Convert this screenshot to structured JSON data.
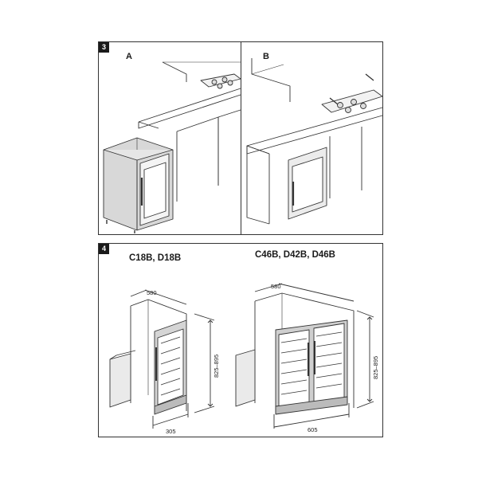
{
  "panel3": {
    "badge": "3",
    "label_a": "A",
    "label_b": "B"
  },
  "panel4": {
    "badge": "4",
    "left": {
      "models": "C18B, D18B",
      "depth": "580",
      "height": "825–895",
      "width": "305"
    },
    "right": {
      "models": "C46B, D42B, D46B",
      "depth": "580",
      "height": "825–895",
      "width": "605"
    }
  }
}
